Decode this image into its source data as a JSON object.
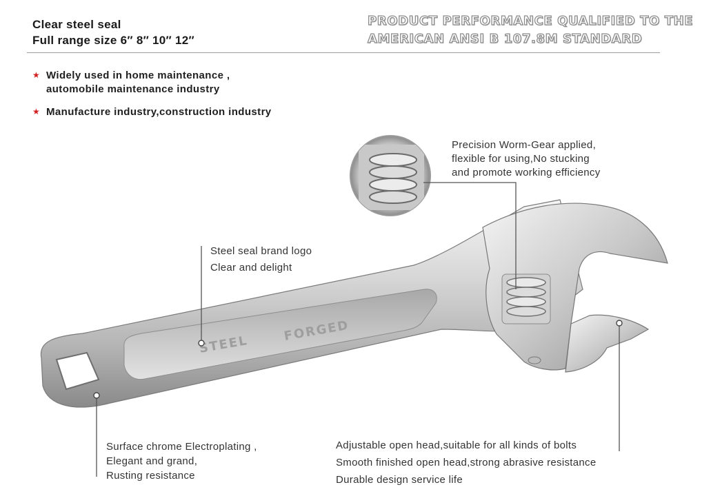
{
  "header": {
    "line1": "Clear steel seal",
    "line2": "Full range size  6″  8″  10″  12″",
    "standard_line1": "PRODUCT PERFORMANCE QUALIFIED TO THE",
    "standard_line2": "AMERICAN  ANSI B 107.8M  STANDARD"
  },
  "bullets": [
    {
      "line1": "Widely used in home maintenance ,",
      "line2": "automobile maintenance industry"
    },
    {
      "line1": "Manufacture industry,construction industry"
    }
  ],
  "callouts": {
    "worm_gear": [
      "Precision Worm-Gear applied,",
      "flexible for using,No stucking",
      "and promote working efficiency"
    ],
    "logo": [
      "Steel seal brand logo",
      "Clear and delight"
    ],
    "surface": [
      "Surface chrome Electroplating ,",
      "Elegant and grand,",
      "Rusting resistance"
    ],
    "head": [
      "Adjustable open head,suitable for all kinds of bolts",
      "Smooth finished open head,strong abrasive resistance",
      "Durable design service life"
    ]
  },
  "wrench": {
    "stamp_steel": "STEEL",
    "stamp_forged": "FORGED",
    "colors": {
      "chrome_light": "#f2f2f2",
      "chrome_mid": "#c4c4c4",
      "chrome_dark": "#7d7d7d",
      "star": "#d21f1f"
    }
  }
}
